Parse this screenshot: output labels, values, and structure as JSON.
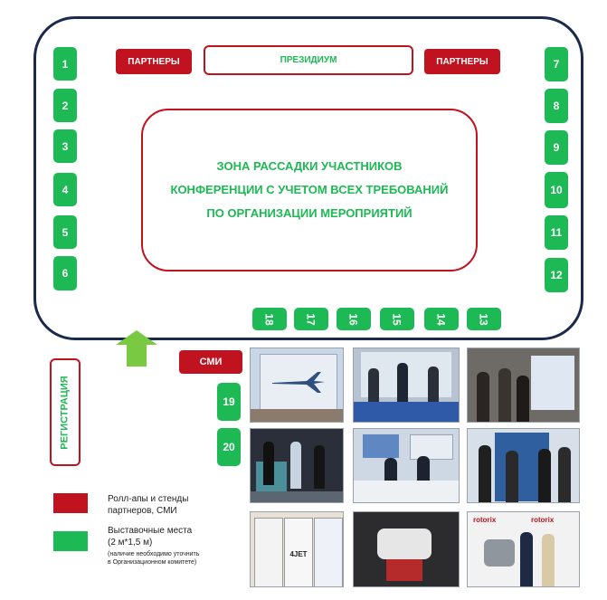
{
  "colors": {
    "exhibit": "#1db954",
    "partner": "#c1121f",
    "hall_border": "#1b2a4a",
    "arrow": "#7ac943"
  },
  "hall": {
    "partners_left": "ПАРТНЕРЫ",
    "presidium": "ПРЕЗИДИУМ",
    "partners_right": "ПАРТНЕРЫ",
    "zone_lines": [
      "ЗОНА  РАССАДКИ УЧАСТНИКОВ",
      "КОНФЕРЕНЦИИ С УЧЕТОМ ВСЕХ ТРЕБОВАНИЙ",
      "ПО ОРГАНИЗАЦИИ МЕРОПРИЯТИЙ"
    ],
    "left_stands": [
      "1",
      "2",
      "3",
      "4",
      "5",
      "6"
    ],
    "right_stands": [
      "7",
      "8",
      "9",
      "10",
      "11",
      "12"
    ],
    "bottom_stands": [
      "18",
      "17",
      "16",
      "15",
      "14",
      "13"
    ]
  },
  "outside": {
    "media": "СМИ",
    "stand_19": "19",
    "stand_20": "20",
    "registration": "РЕГИСТРАЦИЯ",
    "entrance_icon": "up-arrow-icon"
  },
  "legend": {
    "red_label_1": "Ролл-апы и стенды",
    "red_label_2": "партнеров, СМИ",
    "green_label_1": "Выставочные места",
    "green_label_2": "(2 м*1,5 м)",
    "green_note_1": "(наличие необходимо уточнить",
    "green_note_2": "в Организационном комитете)"
  },
  "photos": {
    "p5_sign": "4JET",
    "p8_brand": "rotorix",
    "p9_brand": "rotorix"
  }
}
